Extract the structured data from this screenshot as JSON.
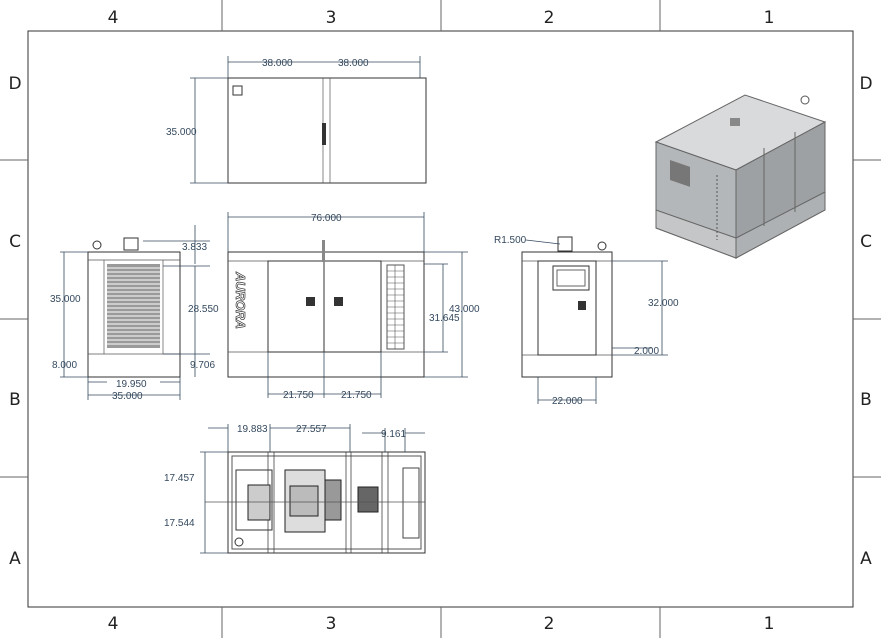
{
  "frame": {
    "columns": [
      "4",
      "3",
      "2",
      "1"
    ],
    "rows": [
      "D",
      "C",
      "B",
      "A"
    ]
  },
  "top_view": {
    "dims": [
      "38.000",
      "38.000",
      "35.000"
    ]
  },
  "end_view": {
    "dims": [
      "3.833",
      "35.000",
      "28.550",
      "8.000",
      "9.706",
      "19.950",
      "35.000"
    ]
  },
  "side_view": {
    "brand": "AURORA",
    "dims": [
      "76.000",
      "43.000",
      "31.645",
      "21.750",
      "21.750"
    ]
  },
  "rear_view": {
    "dims": [
      "R1.500",
      "32.000",
      "2.000",
      "22.000"
    ]
  },
  "plan_view": {
    "dims": [
      "19.883",
      "27.557",
      "9.161",
      "17.457",
      "17.544"
    ]
  },
  "colors": {
    "dimension": "#34495e",
    "enclosure": "#b9bcbe"
  }
}
